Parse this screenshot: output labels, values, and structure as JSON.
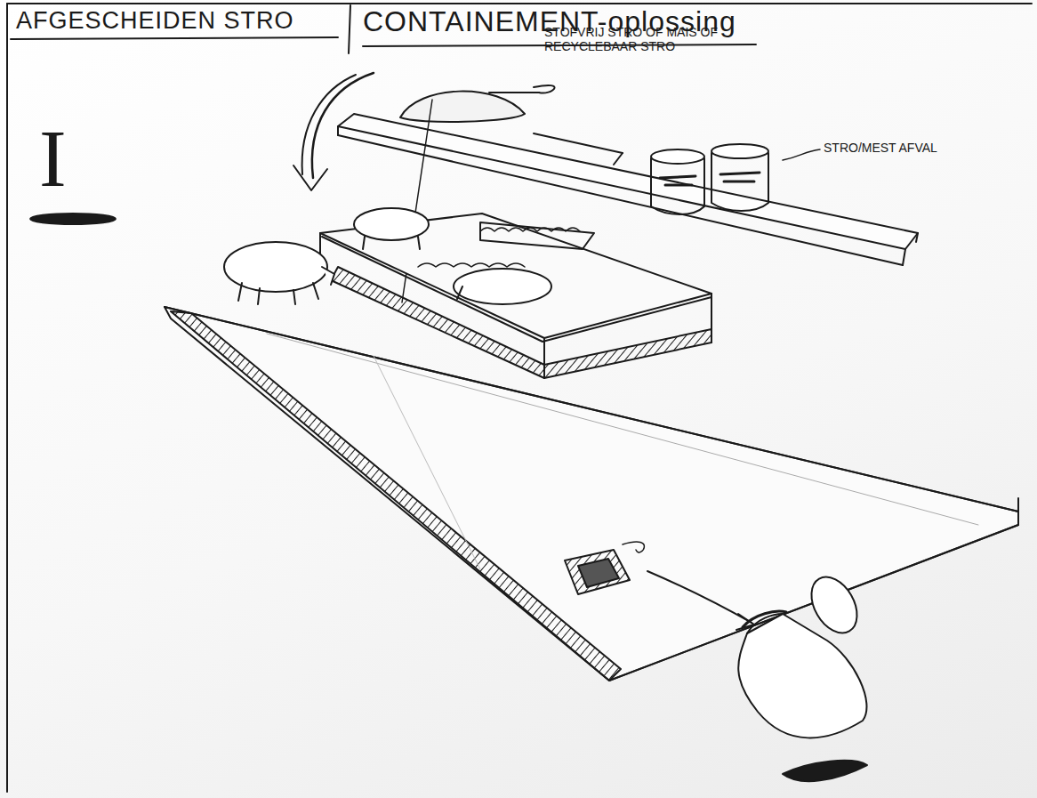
{
  "diagram": {
    "title": "AFGESCHEIDEN STRO",
    "labels": [
      "CONTAINEMENT-oplossing",
      "I",
      "STOFVRIJ STRO OF MAIS OF RECYCLEBAAR STRO",
      "STRO/MEST AFVAL"
    ]
  }
}
